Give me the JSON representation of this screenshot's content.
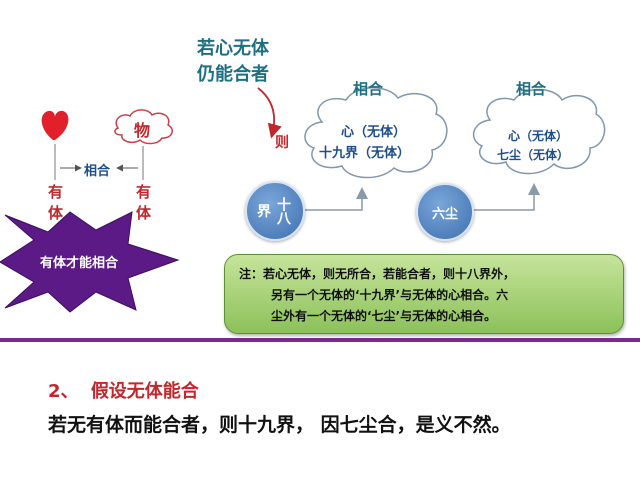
{
  "top_note": {
    "line1": "若心无体",
    "line2": "仍能合者"
  },
  "left": {
    "thing_label": "物",
    "combine_label": "相合",
    "left_col": "有体",
    "right_col": "有体",
    "star_text": "有体才能相合"
  },
  "middle": {
    "ze_label": "则",
    "cloud_title": "相合",
    "cloud_line1": "心（无体）",
    "cloud_line2": "十九界（无体）",
    "circle_label_a": "界",
    "circle_label_b": "十八"
  },
  "right": {
    "cloud_title": "相合",
    "cloud_line1": "心（无体）",
    "cloud_line2": "七尘（无体）",
    "circle_label": "六尘"
  },
  "note": {
    "prefix": "注：",
    "line1": "若心无体，则无所合，若能合者，则十八界外，",
    "line2": "另有一个无体的‘十九界’与无体的心相合。六",
    "line3": "尘外有一个无体的‘七尘’与无体的心相合。"
  },
  "section": {
    "number": "2、",
    "heading": "假设无体能合",
    "body": "若无有体而能合者，则十九界， 因七尘合，是义不然。"
  },
  "colors": {
    "heart": "#e0202a",
    "teal_text": "#1f6f84",
    "blue_text": "#1e4e8c",
    "red_text": "#c0282d",
    "star": "#5b1a86",
    "note_fill": "#a8d57a",
    "divider": "#7a2a8e"
  }
}
